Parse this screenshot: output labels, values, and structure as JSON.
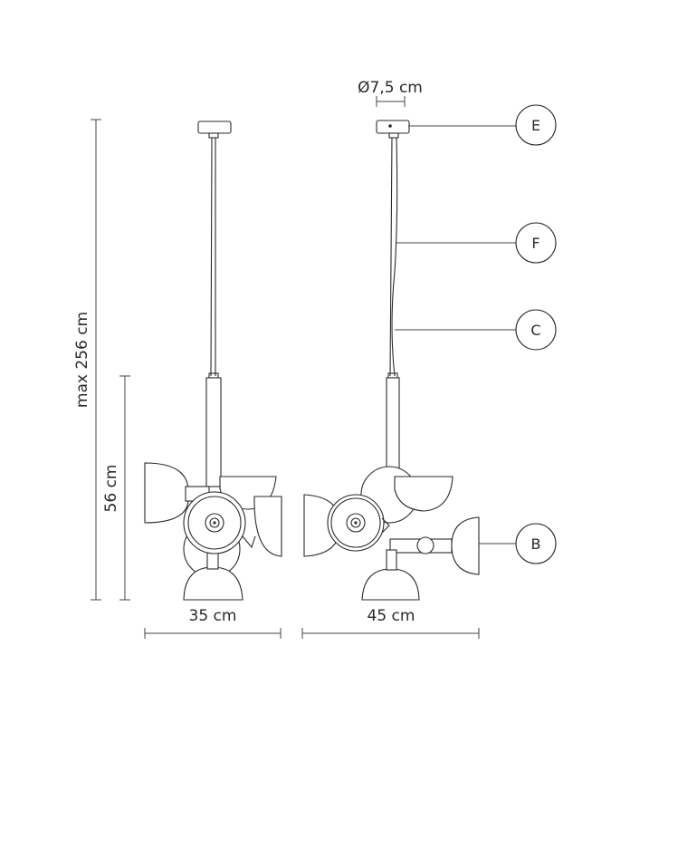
{
  "dimensions": {
    "max_height": "max 256 cm",
    "body_height": "56 cm",
    "front_width": "35 cm",
    "side_width": "45 cm",
    "canopy_diameter": "Ø7,5 cm"
  },
  "callouts": [
    {
      "letter": "E"
    },
    {
      "letter": "F"
    },
    {
      "letter": "C"
    },
    {
      "letter": "B"
    }
  ],
  "colors": {
    "line": "#2a2a2a",
    "background": "#ffffff"
  }
}
